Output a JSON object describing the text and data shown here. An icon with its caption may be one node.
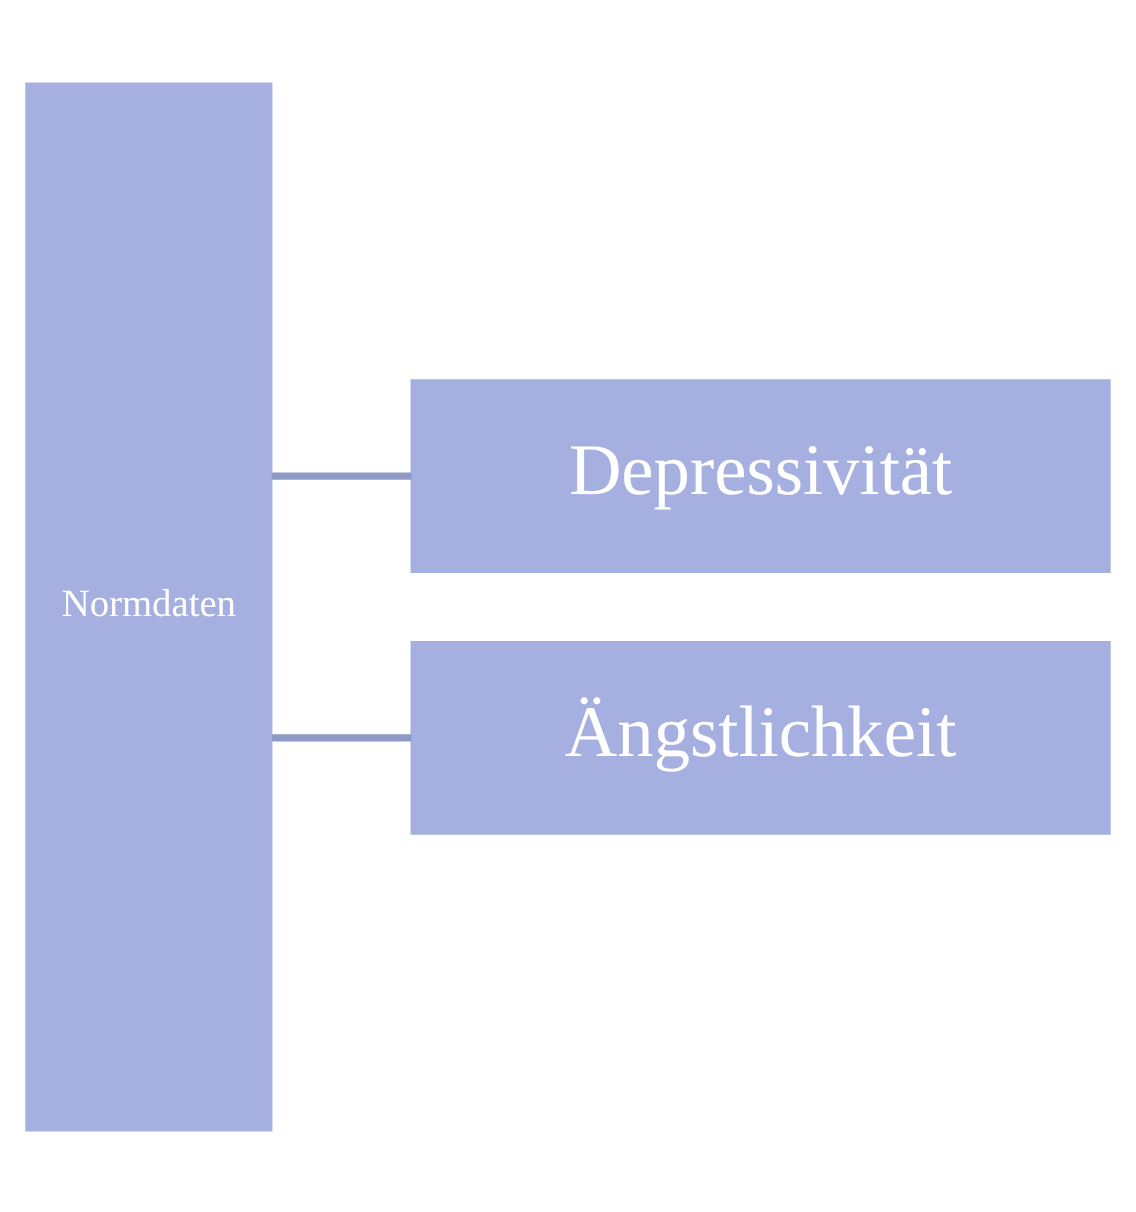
{
  "diagram": {
    "nodes": [
      {
        "text": [
          "Normdaten"
        ]
      },
      {
        "text": [
          "Depressivität"
        ]
      },
      {
        "text": [
          "Ängstlichkeit"
        ]
      }
    ],
    "edges": [
      {
        "from": 0,
        "to": 1,
        "arrow": "none"
      },
      {
        "from": 0,
        "to": 2,
        "arrow": "none"
      }
    ]
  }
}
